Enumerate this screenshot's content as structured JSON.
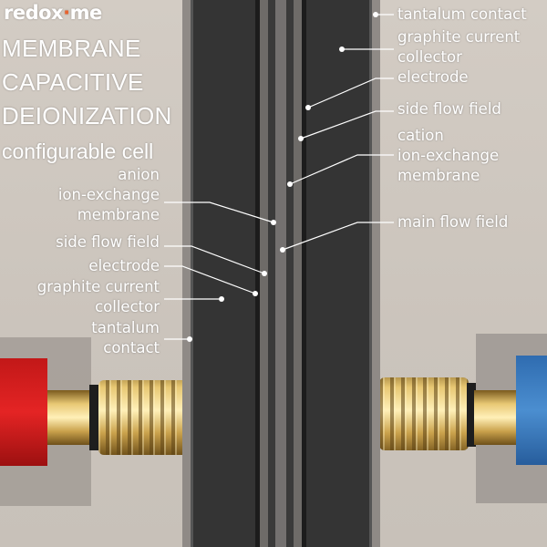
{
  "brand": {
    "part1": "redox",
    "part2": "me",
    "accent": "#e8622e"
  },
  "title": {
    "lines": [
      "MEMBRANE",
      "CAPACITIVE",
      "DEIONIZATION"
    ],
    "subtitle": "configurable cell"
  },
  "labels_left": {
    "anion_membrane": [
      "anion",
      "ion-exchange",
      "membrane"
    ],
    "side_flow_field": "side flow field",
    "electrode": "electrode",
    "graphite_collector": [
      "graphite current",
      "collector"
    ],
    "tantalum_contact": [
      "tantalum",
      "contact"
    ]
  },
  "labels_right": {
    "tantalum_contact": "tantalum contact",
    "graphite_collector": [
      "graphite current",
      "collector"
    ],
    "electrode": "electrode",
    "side_flow_field": "side flow field",
    "cation_membrane": [
      "cation",
      "ion-exchange",
      "membrane"
    ],
    "main_flow_field": "main flow field"
  },
  "colors": {
    "graphite": "#353535",
    "brass": "#c8a24a",
    "red_connector": "#d81e1e",
    "blue_connector": "#3d7ec4",
    "label_text": "#ffffff"
  }
}
